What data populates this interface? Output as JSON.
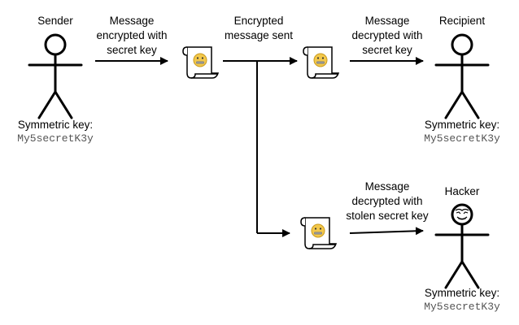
{
  "actors": {
    "sender": {
      "name": "Sender",
      "key_label": "Symmetric key:",
      "key_value": "My5secretK3y"
    },
    "recipient": {
      "name": "Recipient",
      "key_label": "Symmetric key:",
      "key_value": "My5secretK3y"
    },
    "hacker": {
      "name": "Hacker",
      "key_label": "Symmetric key:",
      "key_value": "My5secretK3y"
    }
  },
  "steps": {
    "encrypt": [
      "Message",
      "encrypted with",
      "secret key"
    ],
    "sent": [
      "Encrypted",
      "message sent"
    ],
    "decrypt": [
      "Message",
      "decrypted with",
      "secret key"
    ],
    "stolen": [
      "Message",
      "decrypted with",
      "stolen secret key"
    ]
  },
  "icons": {
    "message": "scroll-icon",
    "secret": "zipper-mouth-face-icon",
    "person": "stick-figure-icon",
    "hacker_mask": "mask-icon"
  },
  "colors": {
    "emoji_face": "#f3c84b",
    "emoji_outline": "#c99a1e",
    "scroll_fill": "#ffffff",
    "key_text": "#555555"
  }
}
